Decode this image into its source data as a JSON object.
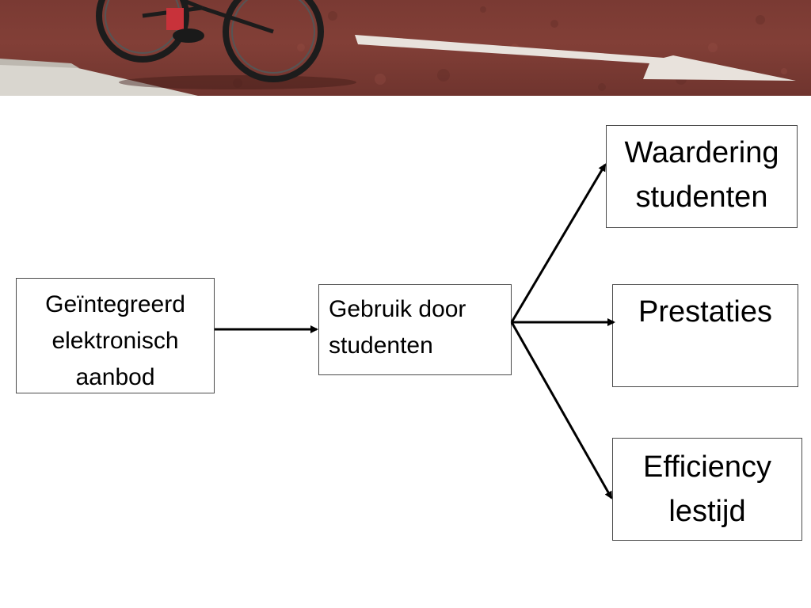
{
  "banner": {
    "image": "cyclist-on-red-bike-lane-with-white-arrow",
    "colors": {
      "lane": "#7d3b34",
      "arrow": "#e8e2dc",
      "curb": "#d9d6cf"
    }
  },
  "diagram": {
    "nodes": {
      "input": {
        "lines": [
          "Geïntegreerd",
          "elektronisch",
          "aanbod"
        ]
      },
      "usage": {
        "lines": [
          "Gebruik door",
          "studenten"
        ]
      },
      "appreciation": {
        "lines": [
          "Waardering",
          "studenten"
        ]
      },
      "performance": {
        "lines": [
          "Prestaties"
        ]
      },
      "efficiency": {
        "lines": [
          "Efficiency",
          "lestijd"
        ]
      }
    },
    "edges": [
      {
        "from": "input",
        "to": "usage"
      },
      {
        "from": "usage",
        "to": "appreciation"
      },
      {
        "from": "usage",
        "to": "performance"
      },
      {
        "from": "usage",
        "to": "efficiency"
      }
    ],
    "colors": {
      "arrow": "#000000",
      "box_border": "#4a4a4a"
    }
  }
}
